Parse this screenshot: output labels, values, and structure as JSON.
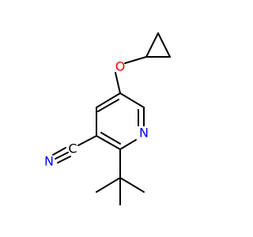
{
  "molecule": {
    "atoms": {
      "oxygen": "O",
      "nitrogen_ring": "N",
      "nitrogen_nitrile": "N",
      "carbon_nitrile": "C"
    },
    "colors": {
      "bond": "#000000",
      "oxygen": "#ff0000",
      "nitrogen": "#0000ff",
      "carbon": "#000000"
    }
  }
}
